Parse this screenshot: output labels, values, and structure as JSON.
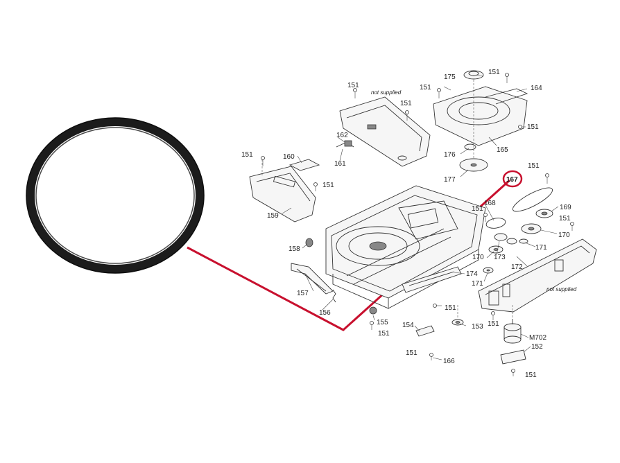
{
  "highlight": {
    "part_number": "167",
    "color": "#c8102e"
  },
  "notes": {
    "not_supplied_top": "not supplied",
    "not_supplied_right": "not supplied"
  },
  "labels": {
    "p151_a": "151",
    "p151_b": "151",
    "p151_c": "151",
    "p151_d": "151",
    "p151_e": "151",
    "p151_f": "151",
    "p151_g": "151",
    "p151_h": "151",
    "p151_i": "151",
    "p151_j": "151",
    "p151_k": "151",
    "p151_l": "151",
    "p151_m": "151",
    "p151_n": "151",
    "p151_o": "151",
    "p152": "152",
    "p153": "153",
    "p154": "154",
    "p155": "155",
    "p156": "156",
    "p157": "157",
    "p158": "158",
    "p159": "159",
    "p160": "160",
    "p161": "161",
    "p162": "162",
    "p164": "164",
    "p165": "165",
    "p166": "166",
    "p168": "168",
    "p169": "169",
    "p170_a": "170",
    "p170_b": "170",
    "p171_a": "171",
    "p171_b": "171",
    "p172": "172",
    "p173": "173",
    "p174": "174",
    "p175": "175",
    "p176": "176",
    "p177": "177",
    "m702": "M702"
  },
  "icons": {
    "belt": "drive-belt-icon",
    "screw": "screw-icon"
  }
}
